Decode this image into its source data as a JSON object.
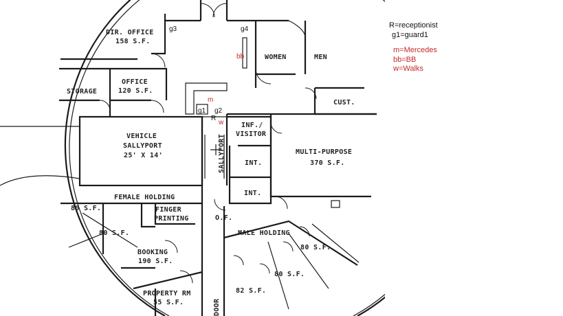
{
  "rooms": {
    "dir_office": "DIR. OFFICE",
    "dir_office_area": "158 S.F.",
    "office": "OFFICE",
    "office_area": "120 S.F.",
    "storage": "STORAGE",
    "women": "WOMEN",
    "men": "MEN",
    "cust": "CUST.",
    "vehicle": "VEHICLE",
    "sallyport": "SALLYPORT",
    "sallyport_dims": "25' X 14'",
    "inf_visitor_1": "INF./",
    "inf_visitor_2": "VISITOR",
    "multi_purpose": "MULTI-PURPOSE",
    "multi_purpose_area": "370 S.F.",
    "int_1": "INT.",
    "int_2": "INT.",
    "sallyport_vertical": "SALLYPORT",
    "female_holding": "FEMALE HOLDING",
    "finger_1": "FINGER",
    "finger_2": "PRINTING",
    "cell_80_a": "80 S.F.",
    "cell_80_b": "80 S.F.",
    "booking": "BOOKING",
    "booking_area": "190 S.F.",
    "property_1": "PROPERTY RM",
    "property_2": "55 S.F.",
    "of": "O.F.",
    "male_holding": "MALE HOLDING",
    "cell_80_c": "80 S.F.",
    "cell_80_d": "80 S.F.",
    "cell_82": "82 S.F.",
    "door": "DOOR"
  },
  "markers": {
    "g3": "g3",
    "g4": "g4",
    "bb": "bb",
    "m": "m",
    "g1": "g1",
    "g2": "g2",
    "r": "R",
    "w": "w"
  },
  "legend": {
    "receptionist": "R=receptionist",
    "guard": "g1=guard1",
    "mercedes": "m=Mercedes",
    "bb": "bb=BB",
    "walks": "w=Walks"
  },
  "colors": {
    "annotation_red": "#c62828",
    "line": "#1a1a1a"
  }
}
